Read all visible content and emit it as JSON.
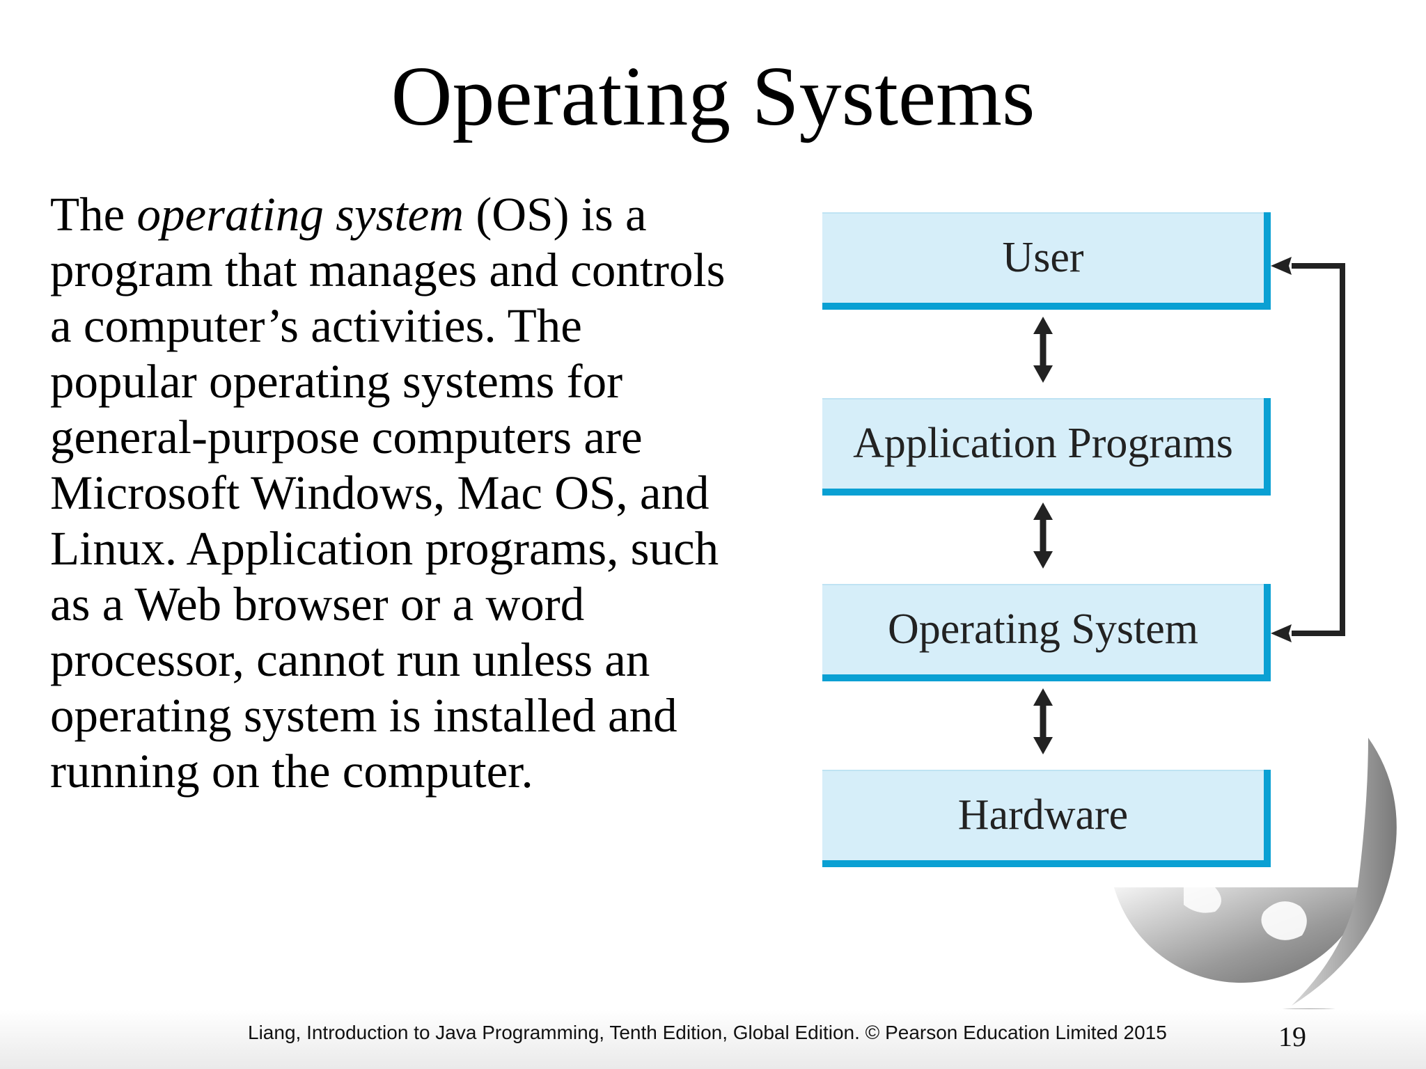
{
  "slide": {
    "title": "Operating Systems",
    "body": {
      "before": "The ",
      "emphasis": "operating system",
      "after": " (OS) is a program that manages and controls a computer’s activities. The popular operating systems for general-purpose computers are Microsoft Windows, Mac OS, and Linux. Application programs, such as a Web browser or a word processor, cannot run unless an operating system is installed and running on the computer."
    },
    "diagram": {
      "layers": [
        "User",
        "Application Programs",
        "Operating System",
        "Hardware"
      ],
      "box_fill": "#d6eef9",
      "box_border": "#0aa0d3",
      "arrow_color": "#222222"
    },
    "footer": {
      "credit": "Liang, Introduction to Java Programming, Tenth Edition, Global Edition. © Pearson Education Limited 2015",
      "page_number": "19"
    }
  }
}
